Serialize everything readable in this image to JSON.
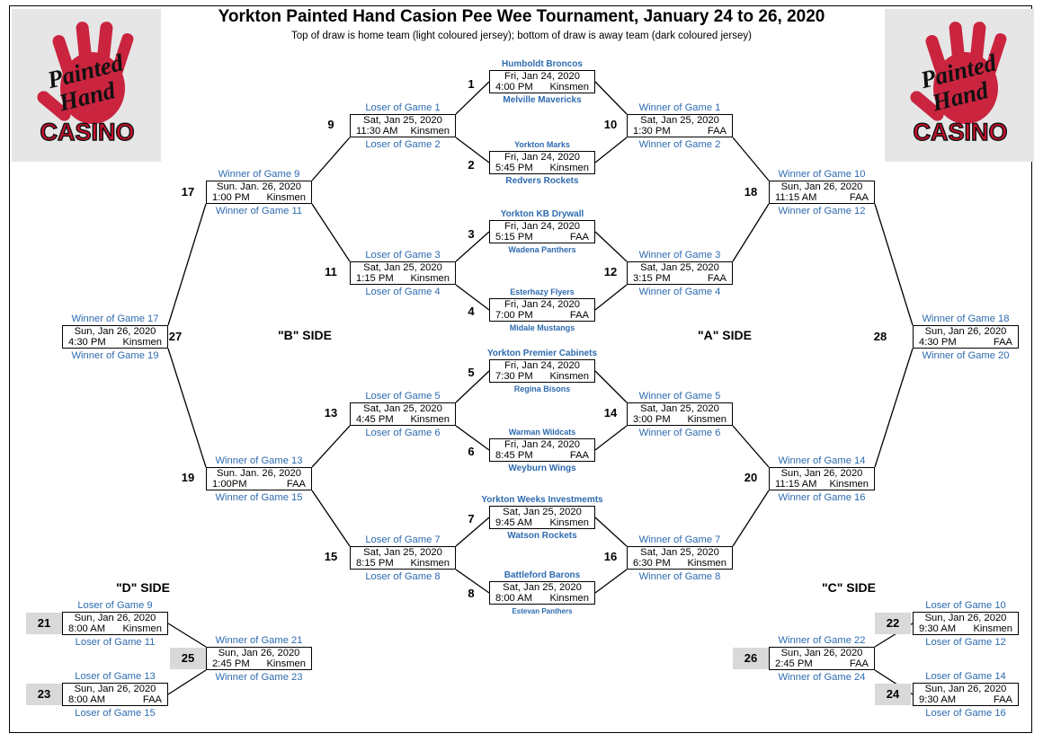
{
  "title": "Yorkton Painted Hand Casion Pee Wee Tournament, January 24 to 26, 2020",
  "subtitle": "Top of draw is home team (light coloured jersey); bottom of draw is away team (dark coloured jersey)",
  "logo": {
    "line1": "Painted",
    "line2": "Hand",
    "line3": "CASINO",
    "icon": "red-hand-icon",
    "color": "#c8102e"
  },
  "colors": {
    "label": "#2e6bb0",
    "numbox": "#d9d9d9"
  },
  "sides": {
    "a": "\"A\" SIDE",
    "b": "\"B\" SIDE",
    "c": "\"C\" SIDE",
    "d": "\"D\" SIDE"
  },
  "games": {
    "g1": {
      "num": "1",
      "date": "Fri, Jan 24, 2020",
      "time": "4:00 PM",
      "venue": "Kinsmen",
      "top": "Humboldt Broncos",
      "bottom": "Melville Mavericks"
    },
    "g2": {
      "num": "2",
      "date": "Fri, Jan 24, 2020",
      "time": "5:45 PM",
      "venue": "Kinsmen",
      "top": "Yorkton Marks",
      "bottom": "Redvers Rockets"
    },
    "g3": {
      "num": "3",
      "date": "Fri, Jan 24, 2020",
      "time": "5:15 PM",
      "venue": "FAA",
      "top": "Yorkton KB Drywall",
      "bottom": "Wadena Panthers"
    },
    "g4": {
      "num": "4",
      "date": "Fri, Jan 24, 2020",
      "time": "7:00 PM",
      "venue": "FAA",
      "top": "Esterhazy Flyers",
      "bottom": "Midale Mustangs"
    },
    "g5": {
      "num": "5",
      "date": "Fri, Jan 24, 2020",
      "time": "7:30 PM",
      "venue": "Kinsmen",
      "top": "Yorkton Premier Cabinets",
      "bottom": "Regina Bisons"
    },
    "g6": {
      "num": "6",
      "date": "Fri, Jan 24, 2020",
      "time": "8:45 PM",
      "venue": "FAA",
      "top": "Warman Wildcats",
      "bottom": "Weyburn Wings"
    },
    "g7": {
      "num": "7",
      "date": "Sat, Jan 25, 2020",
      "time": "9:45 AM",
      "venue": "Kinsmen",
      "top": "Yorkton Weeks Investmemts",
      "bottom": "Watson Rockets"
    },
    "g8": {
      "num": "8",
      "date": "Sat, Jan 25, 2020",
      "time": "8:00 AM",
      "venue": "Kinsmen",
      "top": "Battleford Barons",
      "bottom": "Estevan Panthers"
    },
    "g9": {
      "num": "9",
      "date": "Sat, Jan 25, 2020",
      "time": "11:30 AM",
      "venue": "Kinsmen",
      "top": "Loser of Game 1",
      "bottom": "Loser of Game 2"
    },
    "g10": {
      "num": "10",
      "date": "Sat, Jan 25, 2020",
      "time": "1:30 PM",
      "venue": "FAA",
      "top": "Winner of Game 1",
      "bottom": "Winner of Game 2"
    },
    "g11": {
      "num": "11",
      "date": "Sat, Jan 25, 2020",
      "time": "1:15 PM",
      "venue": "Kinsmen",
      "top": "Loser of Game 3",
      "bottom": "Loser of Game 4"
    },
    "g12": {
      "num": "12",
      "date": "Sat, Jan 25, 2020",
      "time": "3:15 PM",
      "venue": "FAA",
      "top": "Winner of Game 3",
      "bottom": "Winner of Game 4"
    },
    "g13": {
      "num": "13",
      "date": "Sat, Jan 25, 2020",
      "time": "4:45 PM",
      "venue": "Kinsmen",
      "top": "Loser of Game 5",
      "bottom": "Loser of Game 6"
    },
    "g14": {
      "num": "14",
      "date": "Sat, Jan 25, 2020",
      "time": "3:00 PM",
      "venue": "Kinsmen",
      "top": "Winner of Game 5",
      "bottom": "Winner of Game 6"
    },
    "g15": {
      "num": "15",
      "date": "Sat, Jan 25, 2020",
      "time": "8:15 PM",
      "venue": "Kinsmen",
      "top": "Loser of Game 7",
      "bottom": "Loser of Game 8"
    },
    "g16": {
      "num": "16",
      "date": "Sat, Jan 25, 2020",
      "time": "6:30 PM",
      "venue": "Kinsmen",
      "top": "Winner of Game 7",
      "bottom": "Winner of Game 8"
    },
    "g17": {
      "num": "17",
      "date": "Sun. Jan. 26, 2020",
      "time": "1:00 PM",
      "venue": "Kinsmen",
      "top": "Winner of Game 9",
      "bottom": "Winner of Game 11"
    },
    "g18": {
      "num": "18",
      "date": "Sun, Jan 26, 2020",
      "time": "11:15 AM",
      "venue": "FAA",
      "top": "Winner of Game 10",
      "bottom": "Winner of Game 12"
    },
    "g19": {
      "num": "19",
      "date": "Sun. Jan. 26, 2020",
      "time": "1:00PM",
      "venue": "FAA",
      "top": "Winner of Game 13",
      "bottom": "Winner of Game 15"
    },
    "g20": {
      "num": "20",
      "date": "Sun, Jan 26, 2020",
      "time": "11:15 AM",
      "venue": "Kinsmen",
      "top": "Winner of Game 14",
      "bottom": "Winner of Game 16"
    },
    "g21": {
      "num": "21",
      "date": "Sun, Jan 26, 2020",
      "time": "8:00 AM",
      "venue": "Kinsmen",
      "top": "Loser of Game 9",
      "bottom": "Loser of Game 11"
    },
    "g22": {
      "num": "22",
      "date": "Sun, Jan 26, 2020",
      "time": "9:30 AM",
      "venue": "Kinsmen",
      "top": "Loser of Game 10",
      "bottom": "Loser  of Game 12"
    },
    "g23": {
      "num": "23",
      "date": "Sun, Jan 26, 2020",
      "time": "8:00 AM",
      "venue": "FAA",
      "top": "Loser of Game 13",
      "bottom": "Loser of Game 15"
    },
    "g24": {
      "num": "24",
      "date": "Sun, Jan 26, 2020",
      "time": "9:30 AM",
      "venue": "FAA",
      "top": "Loser of Game 14",
      "bottom": "Loser of Game 16"
    },
    "g25": {
      "num": "25",
      "date": "Sun, Jan 26, 2020",
      "time": "2:45 PM",
      "venue": "Kinsmen",
      "top": "Winner of Game 21",
      "bottom": "Winner of Game 23"
    },
    "g26": {
      "num": "26",
      "date": "Sun, Jan 26, 2020",
      "time": "2:45 PM",
      "venue": "FAA",
      "top": "Winner of Game 22",
      "bottom": "Winner of Game 24"
    },
    "g27": {
      "num": "27",
      "date": "Sun, Jan 26, 2020",
      "time": "4:30 PM",
      "venue": "Kinsmen",
      "top": "Winner of Game 17",
      "bottom": "Winner of Game 19"
    },
    "g28": {
      "num": "28",
      "date": "Sun, Jan 26, 2020",
      "time": "4:30 PM",
      "venue": "FAA",
      "top": "Winner of Game 18",
      "bottom": "Winner of Game 20"
    }
  }
}
